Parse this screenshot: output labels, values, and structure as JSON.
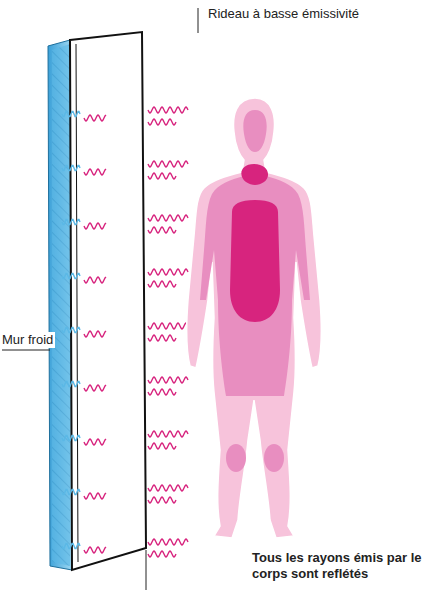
{
  "diagram": {
    "labels": [
      "Rideau à basse émissivité",
      "Mur froid",
      "Tous les rayons émis par le corps sont reflétés"
    ]
  }
}
